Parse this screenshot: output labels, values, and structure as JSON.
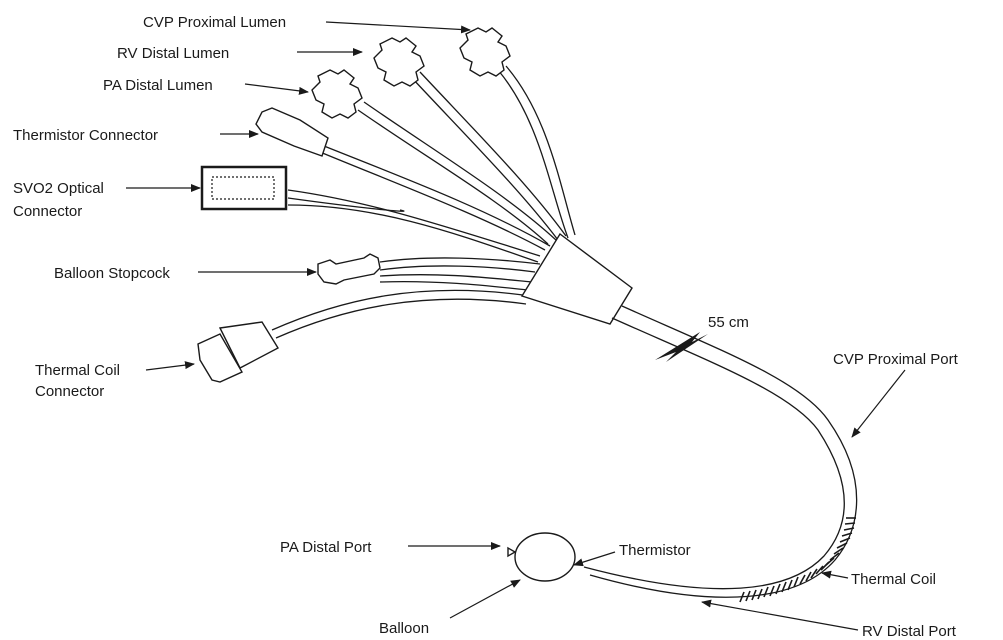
{
  "labels": {
    "cvp_proximal_lumen": "CVP Proximal Lumen",
    "rv_distal_lumen": "RV Distal Lumen",
    "pa_distal_lumen": "PA Distal Lumen",
    "thermistor_connector": "Thermistor  Connector",
    "svo2_optical_line1": "SVO2 Optical",
    "svo2_optical_line2": "Connector",
    "balloon_stopcock": "Balloon Stopcock",
    "thermal_coil_connector_line1": "Thermal  Coil",
    "thermal_coil_connector_line2": "Connector",
    "length_marker": "55 cm",
    "cvp_proximal_port": "CVP Proximal Port",
    "pa_distal_port": "PA Distal Port",
    "thermistor": "Thermistor",
    "thermal_coil": "Thermal  Coil",
    "balloon": "Balloon",
    "rv_distal_port": "RV Distal Port"
  }
}
